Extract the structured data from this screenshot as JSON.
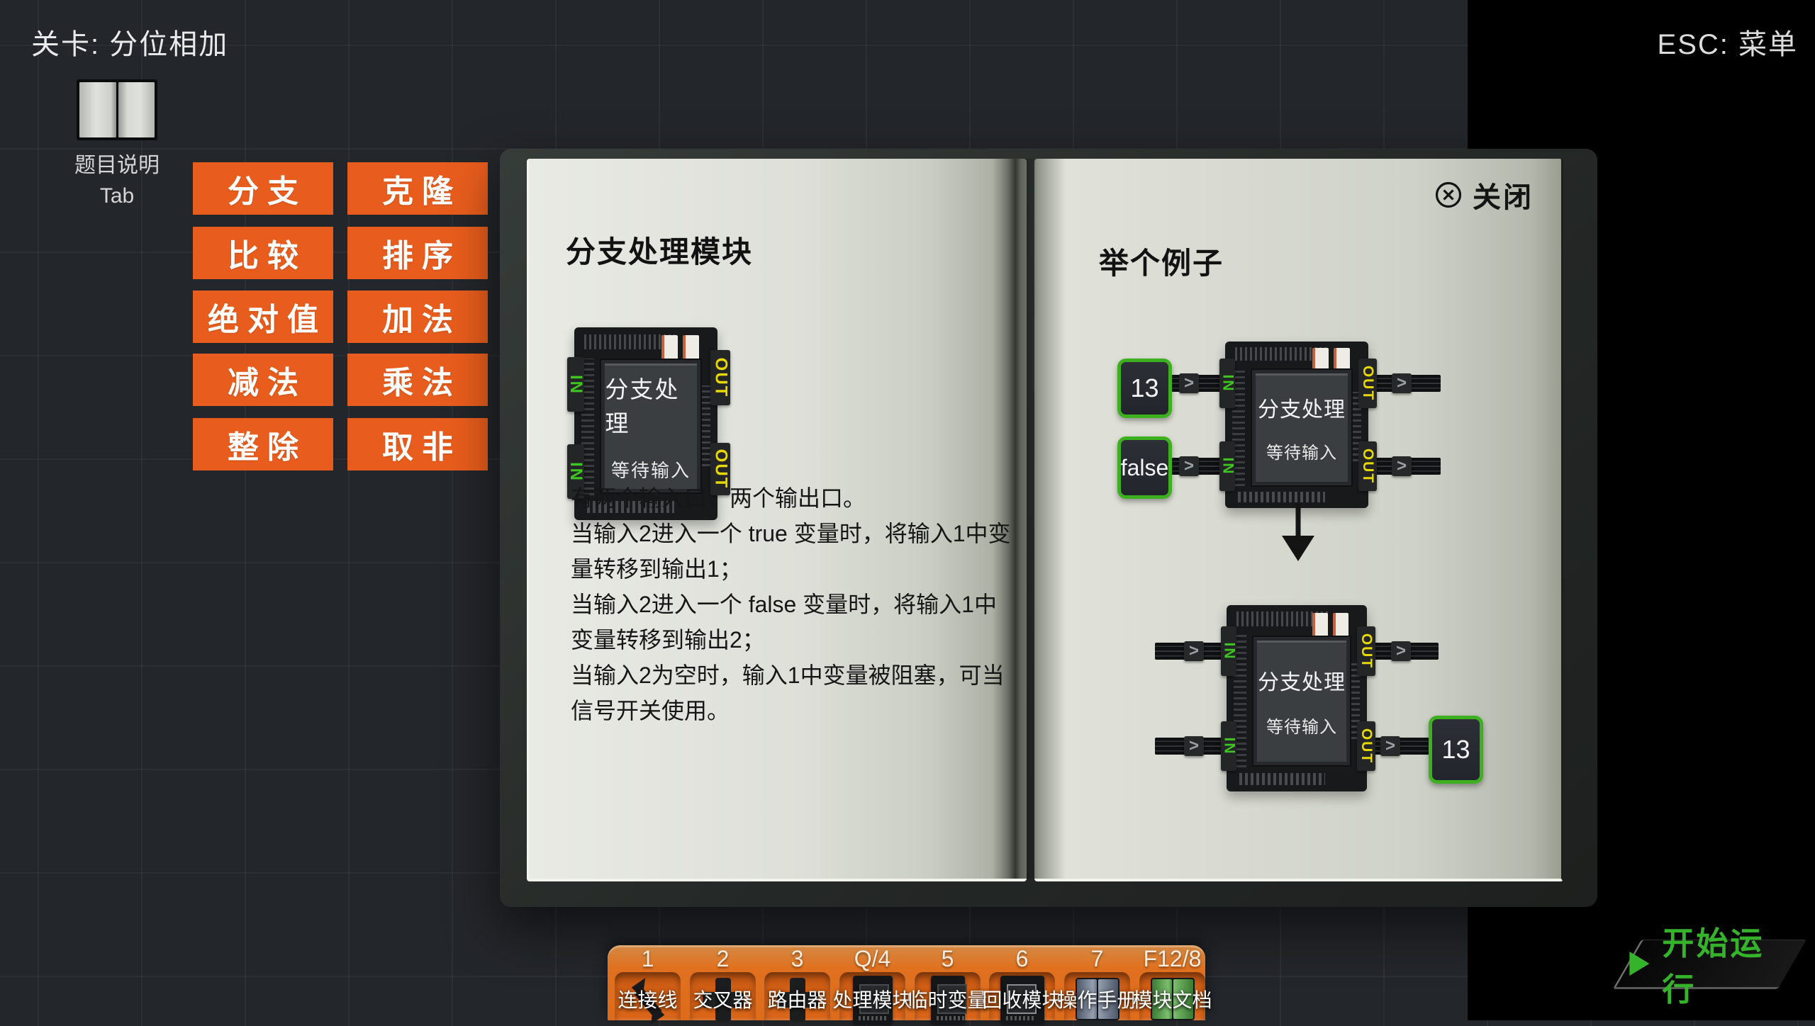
{
  "header": {
    "level_label": "关卡: 分位相加",
    "esc_label": "ESC: 菜单"
  },
  "book_tool": {
    "caption_line1": "题目说明",
    "caption_line2": "Tab"
  },
  "palette": {
    "buttons": [
      "分支",
      "克隆",
      "比较",
      "排序",
      "绝对值",
      "加法",
      "减法",
      "乘法",
      "整除",
      "取非"
    ],
    "button_color": "#e85d1d"
  },
  "manual": {
    "close_label": "关闭",
    "close_icon": "circle-x-icon",
    "left_page": {
      "title": "分支处理模块",
      "description_lines": [
        "有两个输入口，两个输出口。",
        "当输入2进入一个 true 变量时，将输入1中变",
        "量转移到输出1；",
        "当输入2进入一个 false 变量时，将输入1中",
        "变量转移到输出2；",
        "当输入2为空时，输入1中变量被阻塞，可当",
        "信号开关使用。"
      ]
    },
    "right_page": {
      "title": "举个例子",
      "example1": {
        "input1_value": "13",
        "input2_value": "false"
      },
      "example2": {
        "output2_value": "13"
      },
      "arrow_icon": "down-arrow-icon"
    },
    "module": {
      "name": "分支处理",
      "status": "等待输入",
      "in_label": "IN",
      "out_label": "OUT",
      "in_color": "#3ec51f",
      "out_color": "#e8d800",
      "value_border_color": "#3cb01e"
    }
  },
  "toolbar": {
    "slots": [
      {
        "hotkey": "1",
        "label": "连接线",
        "icon": "cable-icon"
      },
      {
        "hotkey": "2",
        "label": "交叉器",
        "icon": "cross-module-icon"
      },
      {
        "hotkey": "3",
        "label": "路由器",
        "icon": "router-module-icon"
      },
      {
        "hotkey": "Q/4",
        "label": "处理模块",
        "icon": "processor-module-icon"
      },
      {
        "hotkey": "5",
        "label": "临时变量",
        "icon": "temp-variable-icon"
      },
      {
        "hotkey": "6",
        "label": "回收模块",
        "icon": "recycle-module-icon"
      },
      {
        "hotkey": "7",
        "label": "操作手册",
        "icon": "manual-book-icon"
      },
      {
        "hotkey": "F12/8",
        "label": "模块文档",
        "icon": "module-docs-icon"
      }
    ]
  },
  "run_button": {
    "label": "开始运行",
    "icon": "play-icon",
    "color": "#35b42b"
  }
}
